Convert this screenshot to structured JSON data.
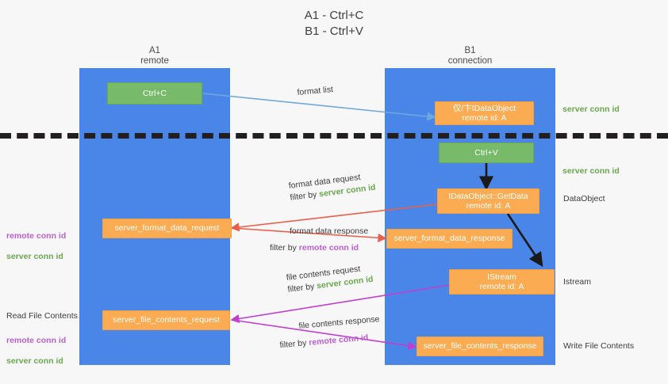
{
  "title": "A1 - Ctrl+C\nB1 - Ctrl+V",
  "lanes": [
    {
      "name": "A1",
      "sub": "remote"
    },
    {
      "name": "B1",
      "sub": "connection"
    }
  ],
  "colors": {
    "lane": "#4a86e8",
    "green_box": "#77bb6a",
    "orange_box": "#fbac52",
    "green_text": "#6aa84f",
    "magenta_text": "#bb5fd0",
    "arrow_blue": "#6fa8dc",
    "arrow_red": "#e8604c",
    "arrow_magenta": "#c13fd0",
    "arrow_black": "#1a1a1a",
    "divider": "#231f20",
    "background": "#f7f7f7"
  },
  "boxes": {
    "ctrl_c": "Ctrl+C",
    "ctrl_v": "Ctrl+V",
    "idataobject_top": "仅/卞IDataObject\nremote id: A",
    "idataobject_getdata": "IDataObject::GetData\nremote id: A",
    "istream": "IStream\nremote id: A",
    "server_format_data_request": "server_format_data_request",
    "server_format_data_response": "server_format_data_response",
    "server_file_contents_request": "server_file_contents_request",
    "server_file_contents_response": "server_file_contents_response"
  },
  "annotations": {
    "format_list": "format list",
    "format_data_request": "format data request",
    "format_data_request_filter_prefix": "filter by ",
    "format_data_request_filter_value": "server conn id",
    "format_data_response": "format data response",
    "format_data_response_filter_prefix": "filter by ",
    "format_data_response_filter_value": "remote conn id",
    "file_contents_request": "file contents request",
    "file_contents_request_filter_prefix": "filter by ",
    "file_contents_request_filter_value": "server conn id",
    "file_contents_response": "file contents response",
    "file_contents_response_filter_prefix": "filter by ",
    "file_contents_response_filter_value": "remote conn id"
  },
  "left_labels": {
    "conn_pair_top_remote": "remote conn id",
    "conn_pair_top_server": "server conn id",
    "read_file_contents": "Read File Contents",
    "conn_pair_bottom_remote": "remote conn id",
    "conn_pair_bottom_server": "server conn id"
  },
  "right_labels": {
    "server_conn_id_1": "server conn id",
    "server_conn_id_2": "server conn id",
    "dataobject": "DataObject",
    "istream": "Istream",
    "write_file_contents": "Write File Contents"
  }
}
